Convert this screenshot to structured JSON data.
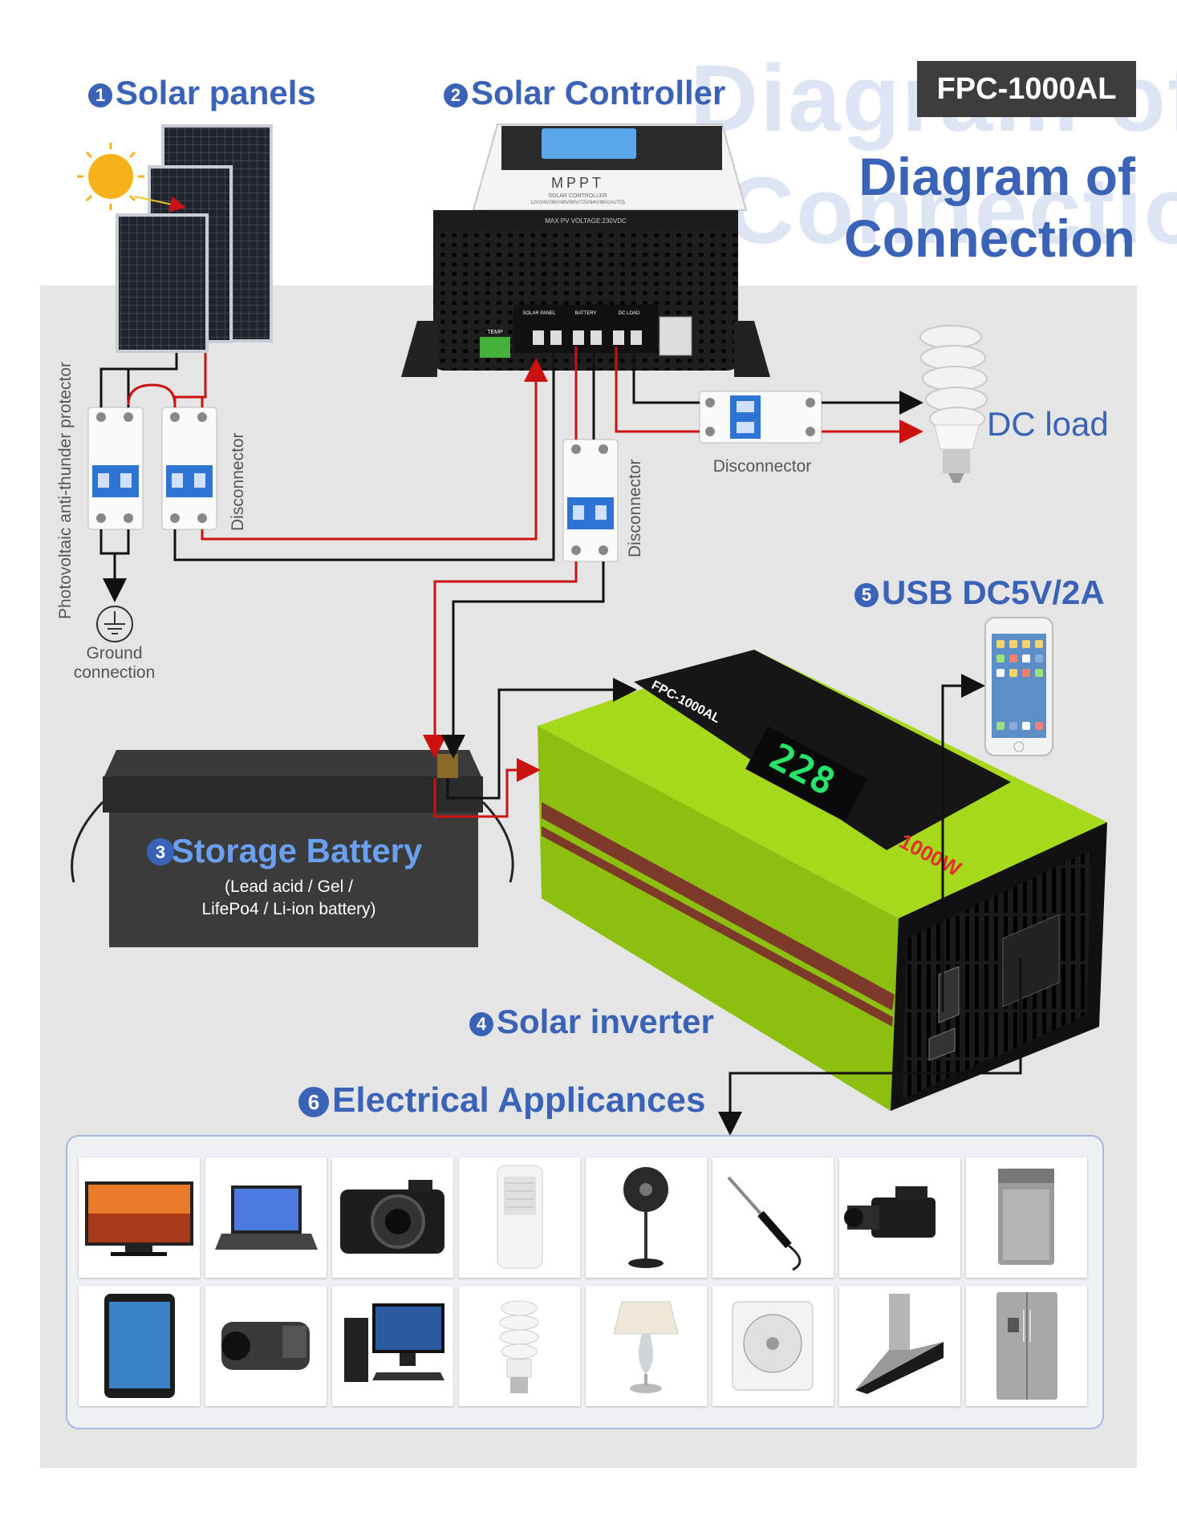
{
  "model": "FPC-1000AL",
  "watermark": {
    "line1": "Diagram of",
    "line2": "Connection"
  },
  "title": {
    "line1": "Diagram of",
    "line2": "Connection"
  },
  "sections": {
    "solar_panels": {
      "num": "1",
      "label": "Solar panels"
    },
    "solar_controller": {
      "num": "2",
      "label": "Solar Controller"
    },
    "storage_battery": {
      "num": "3",
      "label": "Storage Battery",
      "sub1": "(Lead acid / Gel /",
      "sub2": "LifePo4 / Li-ion battery)"
    },
    "solar_inverter": {
      "num": "4",
      "label": "Solar inverter"
    },
    "usb": {
      "num": "5",
      "label": "USB DC5V/2A"
    },
    "appliances": {
      "num": "6",
      "label": "Electrical Applicances"
    }
  },
  "labels": {
    "dc_load": "DC load",
    "disconnector": "Disconnector",
    "pv_protector": "Photovoltaic anti-thunder protector",
    "ground_1": "Ground",
    "ground_2": "connection"
  },
  "controller": {
    "brand": "MPPT",
    "subtitle": "SOLAR CONTROLLER",
    "voltages": "12V/24V/36V/48V/60V/72V/84V/96V(AUTO)",
    "max_pv": "MAX PV VOLTAGE:230VDC",
    "port_solar": "SOLAR PANEL",
    "port_battery": "BATTERY",
    "port_load": "DC LOAD",
    "temp": "TEMP"
  },
  "inverter": {
    "display": "228",
    "model": "FPC-1000AL",
    "power": "1000W"
  },
  "appliance_icons": [
    "tv-icon",
    "laptop-icon",
    "camera-icon",
    "air-cooler-icon",
    "standing-fan-icon",
    "soldering-iron-icon",
    "video-camera-icon",
    "washing-machine-icon",
    "tablet-icon",
    "camcorder-icon",
    "desktop-computer-icon",
    "cfl-bulb-icon",
    "table-lamp-icon",
    "box-fan-icon",
    "range-hood-icon",
    "refrigerator-icon"
  ],
  "colors": {
    "accent": "#3a63b8",
    "wire_red": "#cc1111",
    "wire_black": "#111111",
    "inverter_green": "#9fd40c"
  }
}
